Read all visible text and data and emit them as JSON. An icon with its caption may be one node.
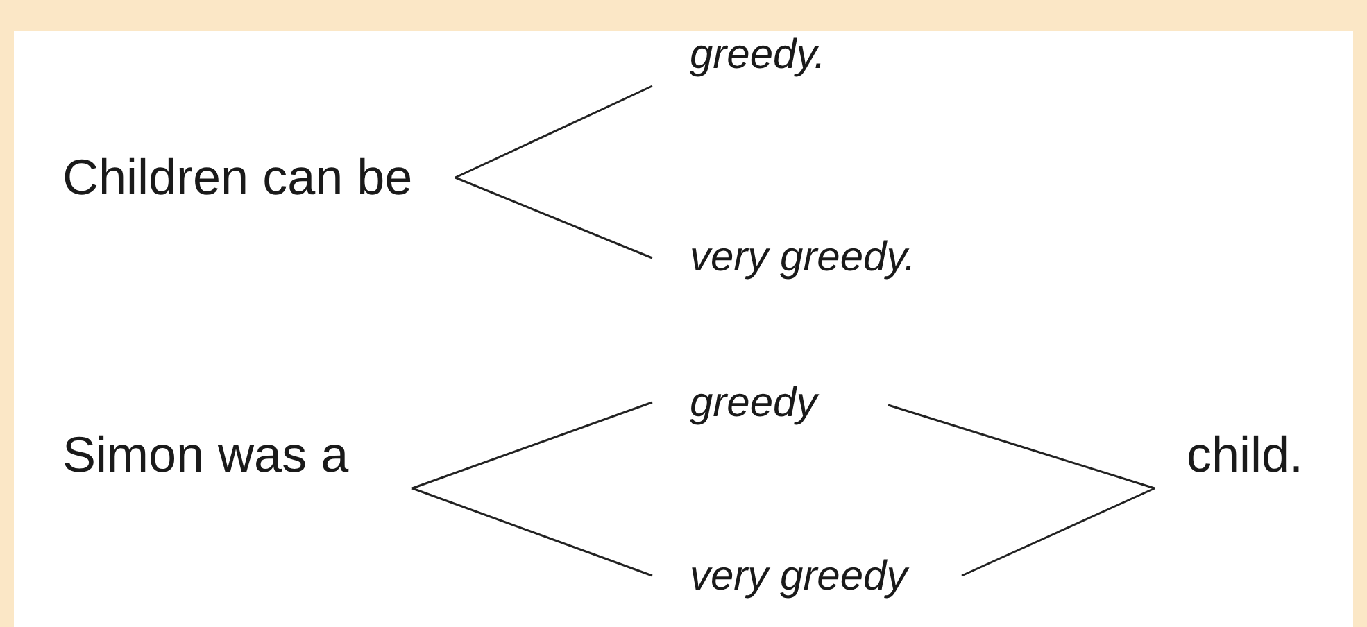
{
  "diagram": {
    "nodes": [
      {
        "text": [
          "Children can be"
        ]
      },
      {
        "text": [
          "greedy."
        ]
      },
      {
        "text": [
          "very greedy."
        ]
      },
      {
        "text": [
          "Simon was a"
        ]
      },
      {
        "text": [
          "greedy"
        ]
      },
      {
        "text": [
          "very greedy"
        ]
      },
      {
        "text": [
          "child."
        ]
      }
    ],
    "edges": [
      {
        "from": 0,
        "to": 1,
        "arrow": "none"
      },
      {
        "from": 0,
        "to": 2,
        "arrow": "none"
      },
      {
        "from": 3,
        "to": 4,
        "arrow": "none"
      },
      {
        "from": 3,
        "to": 5,
        "arrow": "none"
      },
      {
        "from": 4,
        "to": 6,
        "arrow": "none"
      },
      {
        "from": 5,
        "to": 6,
        "arrow": "none"
      }
    ]
  }
}
